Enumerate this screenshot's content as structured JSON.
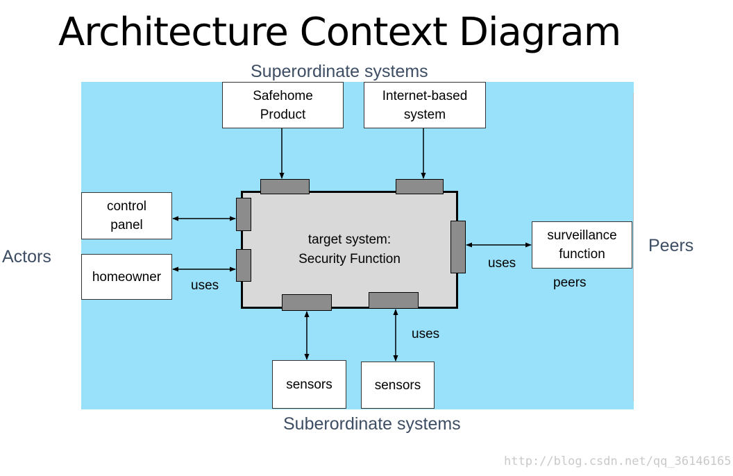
{
  "title": "Architecture Context Diagram",
  "labels": {
    "superordinate": "Superordinate systems",
    "subordinate": "Suberordinate systems",
    "actors": "Actors",
    "peers": "Peers"
  },
  "boxes": {
    "safehome": [
      "Safehome",
      "Product"
    ],
    "internet": [
      "Internet-based",
      "system"
    ],
    "control_panel": [
      "control",
      "panel"
    ],
    "homeowner": "homeowner",
    "surveillance": [
      "surveillance",
      "function"
    ],
    "sensors_left": "sensors",
    "sensors_right": "sensors",
    "target": [
      "target system:",
      "Security Function"
    ]
  },
  "relations": {
    "uses_actors": "uses",
    "uses_peer": "uses",
    "uses_sensors": "uses",
    "peers": "peers"
  },
  "watermark": "http://blog.csdn.net/qq_36146165",
  "colors": {
    "panel": "#99e0fb",
    "target_fill": "#d9d9d9",
    "port_fill": "#8c8c8c",
    "label_text": "#3d4d63"
  }
}
